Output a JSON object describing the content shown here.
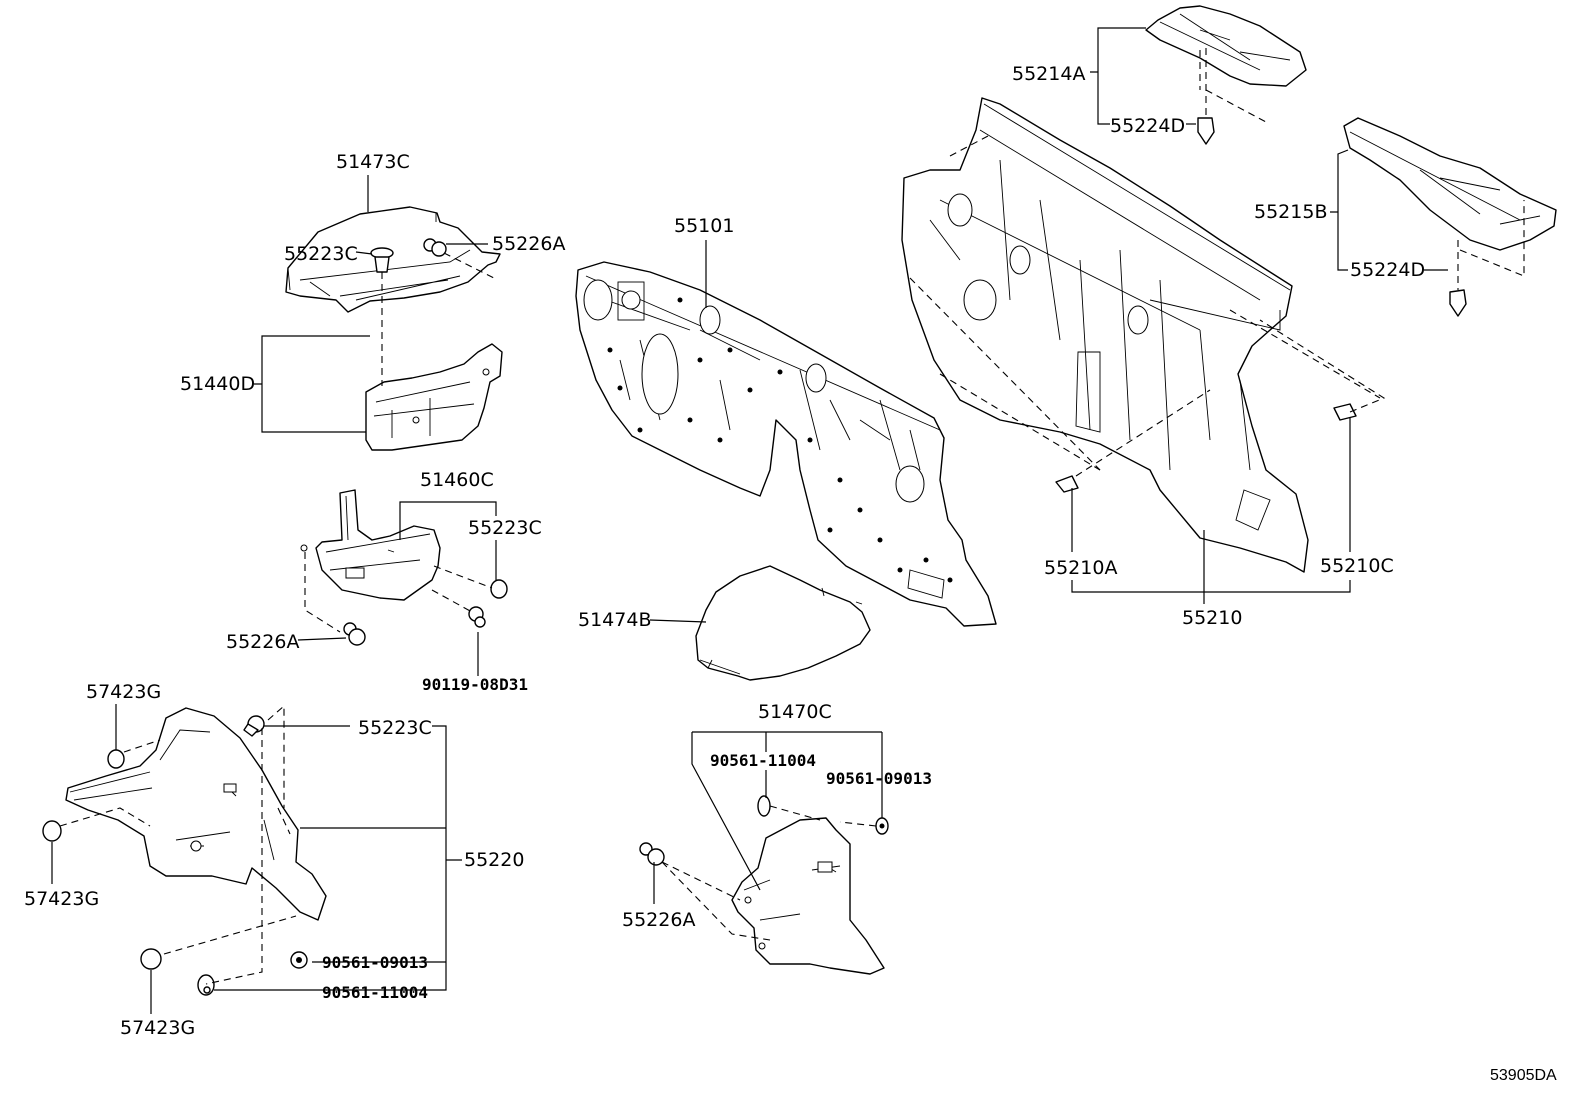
{
  "diagram_code": "53905DA",
  "labels": {
    "l_51473C": "51473C",
    "l_55223C_a": "55223C",
    "l_55226A_a": "55226A",
    "l_51440D": "51440D",
    "l_51460C": "51460C",
    "l_55223C_b": "55223C",
    "l_55226A_b": "55226A",
    "l_90119_08D31": "90119-08D31",
    "l_57423G_a": "57423G",
    "l_55223C_c": "55223C",
    "l_57423G_b": "57423G",
    "l_55220": "55220",
    "l_90561_09013_a": "90561-09013",
    "l_90561_11004_a": "90561-11004",
    "l_57423G_c": "57423G",
    "l_55101": "55101",
    "l_51474B": "51474B",
    "l_51470C": "51470C",
    "l_90561_11004_b": "90561-11004",
    "l_90561_09013_b": "90561-09013",
    "l_55226A_c": "55226A",
    "l_55214A": "55214A",
    "l_55224D_a": "55224D",
    "l_55215B": "55215B",
    "l_55224D_b": "55224D",
    "l_55210A": "55210A",
    "l_55210C": "55210C",
    "l_55210": "55210"
  }
}
